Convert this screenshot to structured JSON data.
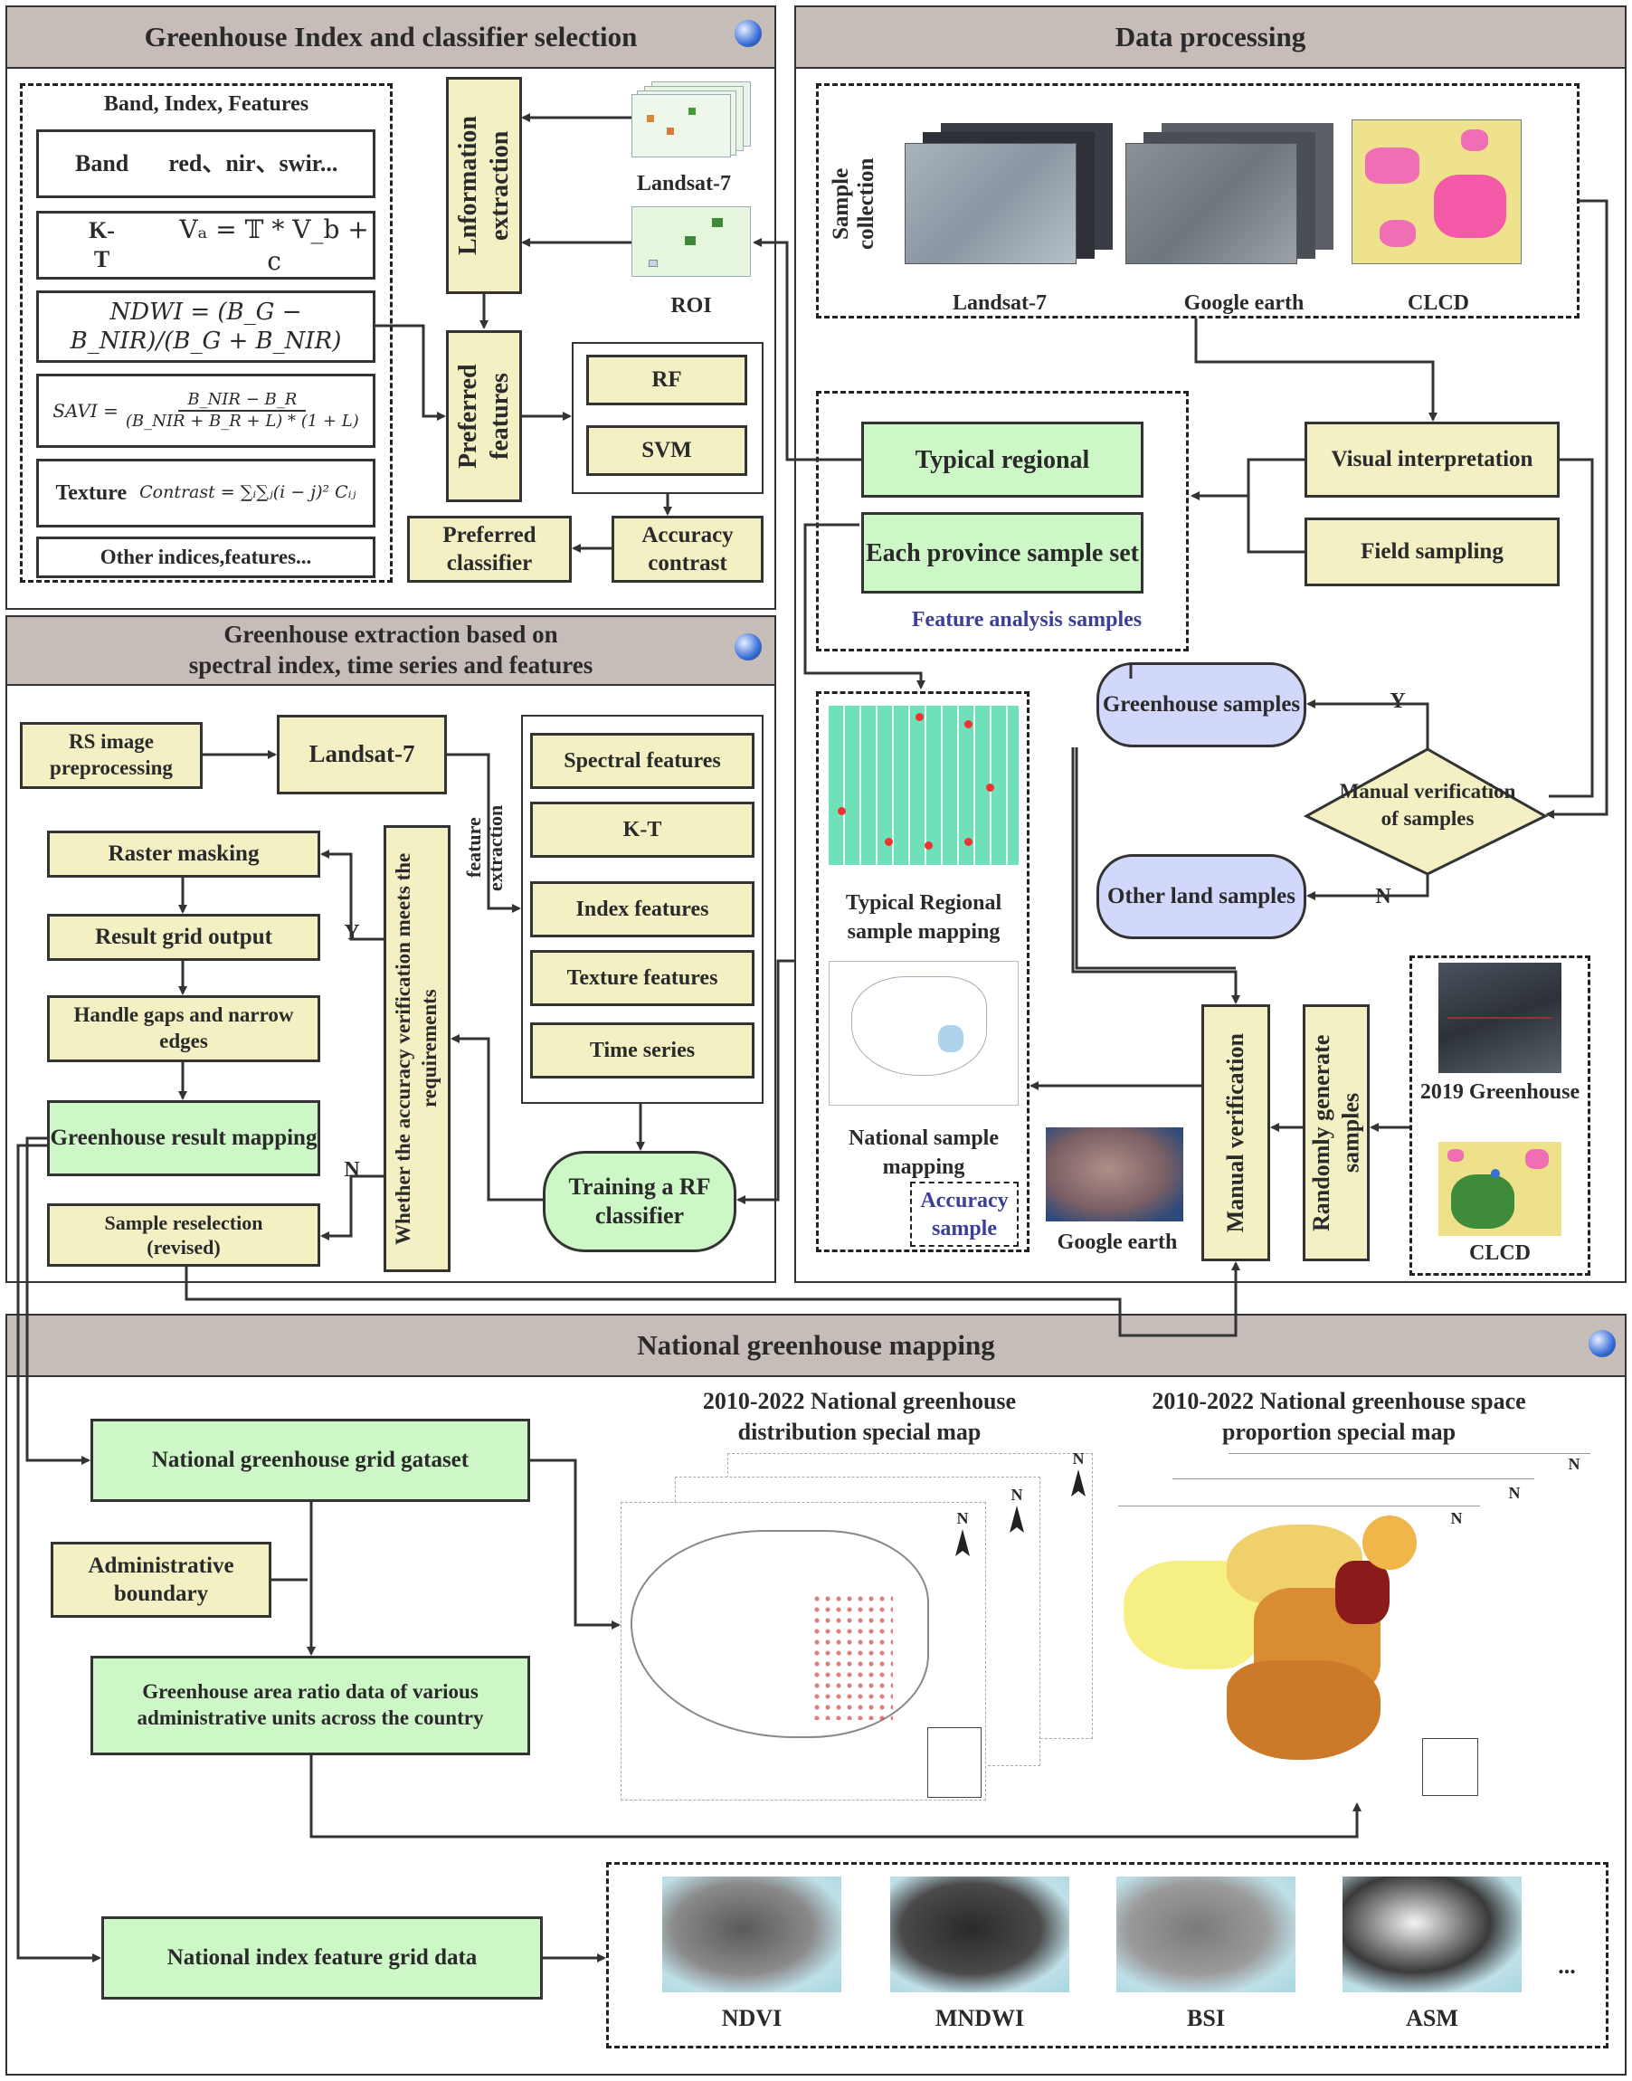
{
  "panels": {
    "p1_title": "Greenhouse Index and classifier selection",
    "p2_title": "Data processing",
    "p3_title_line1": "Greenhouse extraction based on",
    "p3_title_line2": "spectral index, time series and features",
    "p4_title": "National greenhouse mapping"
  },
  "p1": {
    "bif_title": "Band, Index, Features",
    "band_label": "Band",
    "band_value": "red、nir、swir...",
    "kt_label": "K-T",
    "kt_formula": "Vₐ = 𝕋 * V_b + c",
    "ndwi_formula": "NDWI = (B_G − B_NIR)/(B_G + B_NIR)",
    "savi_lhs": "SAVI =",
    "savi_num": "B_NIR − B_R",
    "savi_den": "(B_NIR + B_R + L) * (1 + L)",
    "texture_label": "Texture",
    "texture_formula": "Contrast = ∑ᵢ∑ⱼ(i − j)² Cᵢⱼ",
    "other": "Other indices,features...",
    "info_extraction": "Lnformation extraction",
    "preferred_features": "Preferred features",
    "landsat": "Landsat-7",
    "roi": "ROI",
    "rf": "RF",
    "svm": "SVM",
    "accuracy_contrast": "Accuracy contrast",
    "preferred_classifier": "Preferred classifier"
  },
  "p2": {
    "sample_collection": "Sample collection",
    "landsat": "Landsat-7",
    "google_earth": "Google earth",
    "clcd": "CLCD",
    "typical_regional": "Typical regional",
    "each_province": "Each province sample set",
    "feature_analysis": "Feature analysis samples",
    "visual_interpretation": "Visual interpretation",
    "field_sampling": "Field sampling",
    "greenhouse_samples": "Greenhouse samples",
    "manual_verification_samples": "Manual verification of samples",
    "other_land_samples": "Other land samples",
    "y": "Y",
    "n": "N",
    "typical_regional_mapping": "Typical Regional sample mapping",
    "national_sample_mapping": "National sample mapping",
    "accuracy_sample": "Accuracy sample",
    "google_earth2": "Google earth",
    "manual_verification": "Manual verification",
    "randomly_generate": "Randomly generate samples",
    "gh2019": "2019 Greenhouse",
    "clcd2": "CLCD"
  },
  "p3": {
    "rs_preprocessing": "RS image preprocessing",
    "landsat": "Landsat-7",
    "feature_extraction": "feature extraction",
    "spectral_features": "Spectral features",
    "kt": "K-T",
    "index_features": "Index features",
    "texture_features": "Texture features",
    "time_series": "Time series",
    "raster_masking": "Raster masking",
    "result_grid_output": "Result grid output",
    "handle_gaps": "Handle gaps and narrow edges",
    "greenhouse_result_mapping": "Greenhouse result mapping",
    "sample_reselection_1": "Sample reselection",
    "sample_reselection_2": "(revised)",
    "accuracy_verification": "Whether the accuracy verification meets the requirements",
    "training_rf": "Training a RF classifier",
    "y": "Y",
    "n": "N"
  },
  "p4": {
    "national_grid_dataset": "National greenhouse grid gataset",
    "administrative_boundary": "Administrative boundary",
    "area_ratio": "Greenhouse area ratio data of various administrative units across the country",
    "national_index_grid": "National index feature grid data",
    "map1_title": "2010-2022 National greenhouse distribution special map",
    "map2_title": "2010-2022 National greenhouse space proportion special map",
    "north": "N",
    "idx_ndvi": "NDVI",
    "idx_mndwi": "MNDWI",
    "idx_bsi": "BSI",
    "idx_asm": "ASM",
    "ellipsis": "..."
  },
  "colors": {
    "yellow_box": "#f3f0c4",
    "green_box": "#cdf7c6",
    "purple_box": "#d2d8fb",
    "header": "#c6bcb8"
  }
}
